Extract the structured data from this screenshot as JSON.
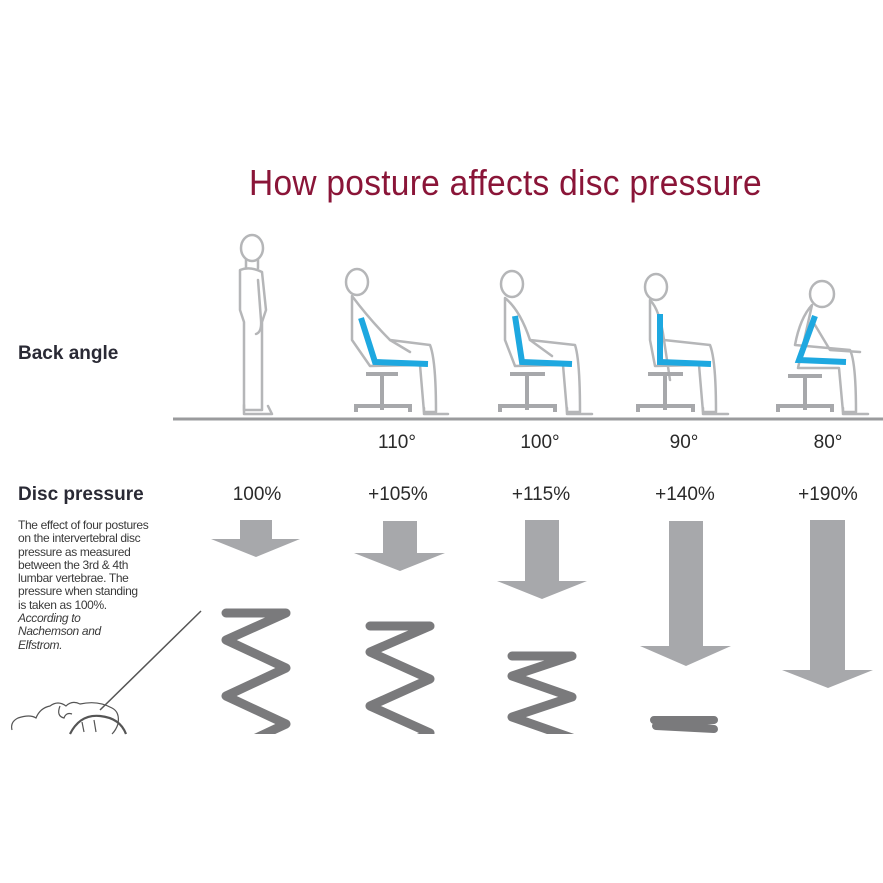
{
  "title": "How posture affects disc pressure",
  "labels": {
    "back_angle": "Back angle",
    "disc_pressure": "Disc pressure"
  },
  "description": {
    "text": "The effect of four postures on the intervertebral disc pressure as measured between the 3rd & 4th lumbar vertebrae. The pressure when standing is taken as 100%.",
    "lines": [
      "The effect of four postures",
      "on the intervertebral disc",
      "pressure as measured",
      "between the 3rd & 4th",
      "lumbar vertebrae. The",
      "pressure when standing",
      "is taken as 100%."
    ],
    "citation_lines": [
      "According to",
      "Nachemson and",
      "Elfstrom."
    ]
  },
  "postures": [
    {
      "name": "standing",
      "angle": "",
      "pressure": "100%"
    },
    {
      "name": "reclined",
      "angle": "110°",
      "pressure": "+105%"
    },
    {
      "name": "slightly-reclined",
      "angle": "100°",
      "pressure": "+115%"
    },
    {
      "name": "upright",
      "angle": "90°",
      "pressure": "+140%"
    },
    {
      "name": "leaning-forward",
      "angle": "80°",
      "pressure": "+190%"
    }
  ],
  "colors": {
    "title": "#8a1538",
    "backrest_highlight": "#1ea8e0",
    "arrow": "#a7a8ab",
    "spring": "#7a7a7c",
    "figure_outline": "#b5b6b8",
    "floor": "#9a9b9d"
  },
  "chart_data": {
    "type": "bar",
    "title": "How posture affects disc pressure",
    "categories": [
      "Standing",
      "110°",
      "100°",
      "90°",
      "80°"
    ],
    "values": [
      100,
      105,
      115,
      140,
      190
    ],
    "value_labels": [
      "100%",
      "+105%",
      "+115%",
      "+140%",
      "+190%"
    ],
    "xlabel": "Back angle",
    "ylabel": "Disc pressure",
    "note": "Pressure when standing taken as 100%; source: Nachemson and Elfstrom"
  }
}
